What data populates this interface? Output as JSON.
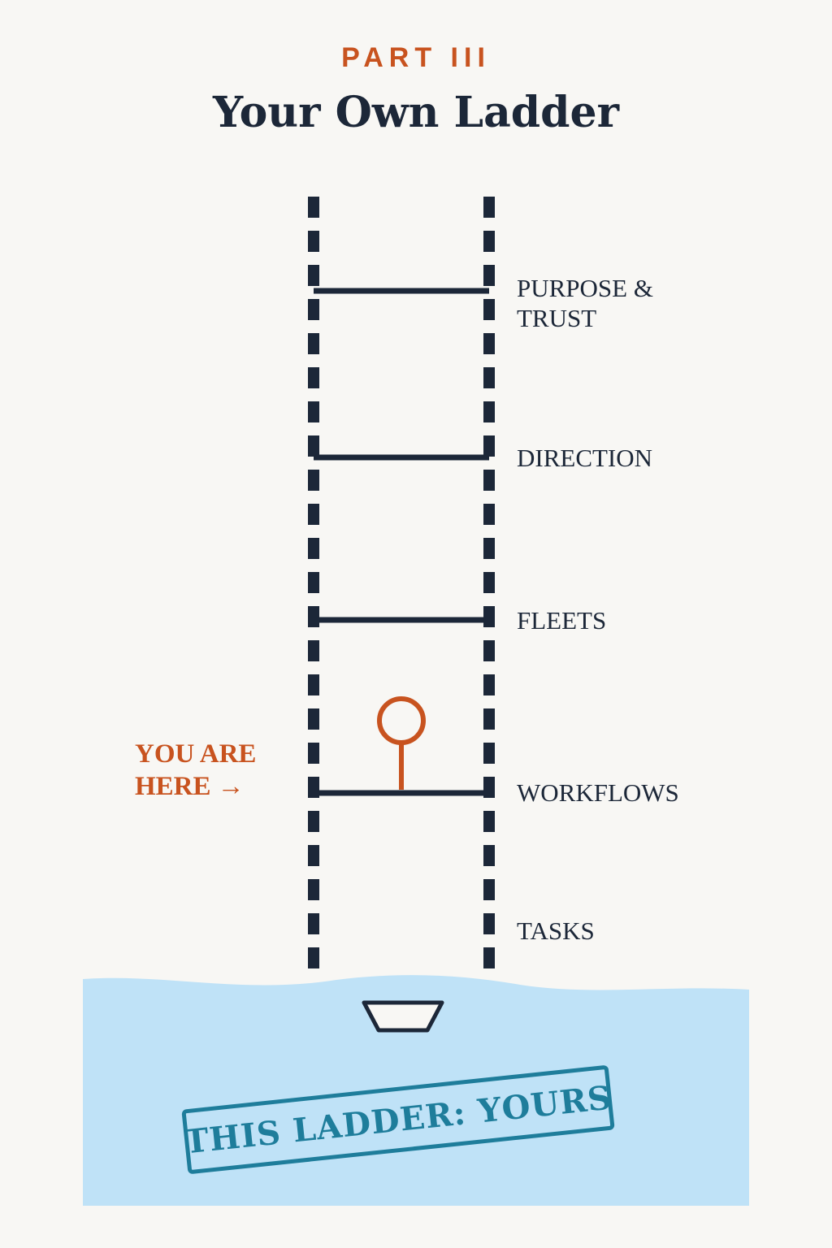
{
  "header": {
    "part_label": "PART III",
    "title": "Your Own Ladder"
  },
  "ladder": {
    "rungs": [
      {
        "label_line1": "PURPOSE &",
        "label_line2": "TRUST"
      },
      {
        "label": "DIRECTION"
      },
      {
        "label": "FLEETS"
      },
      {
        "label": "WORKFLOWS"
      },
      {
        "label": "TASKS"
      }
    ],
    "marker": {
      "line1": "YOU ARE",
      "line2": "HERE →",
      "rung": "WORKFLOWS"
    }
  },
  "stamp": {
    "text": "THIS LADDER: YOURS"
  },
  "colors": {
    "background": "#f8f7f4",
    "ink": "#1c2738",
    "accent": "#c8531f",
    "water": "#bfe2f7",
    "stamp": "#1e7d9b"
  },
  "icons": [
    "pin-marker-icon",
    "bucket-icon"
  ]
}
